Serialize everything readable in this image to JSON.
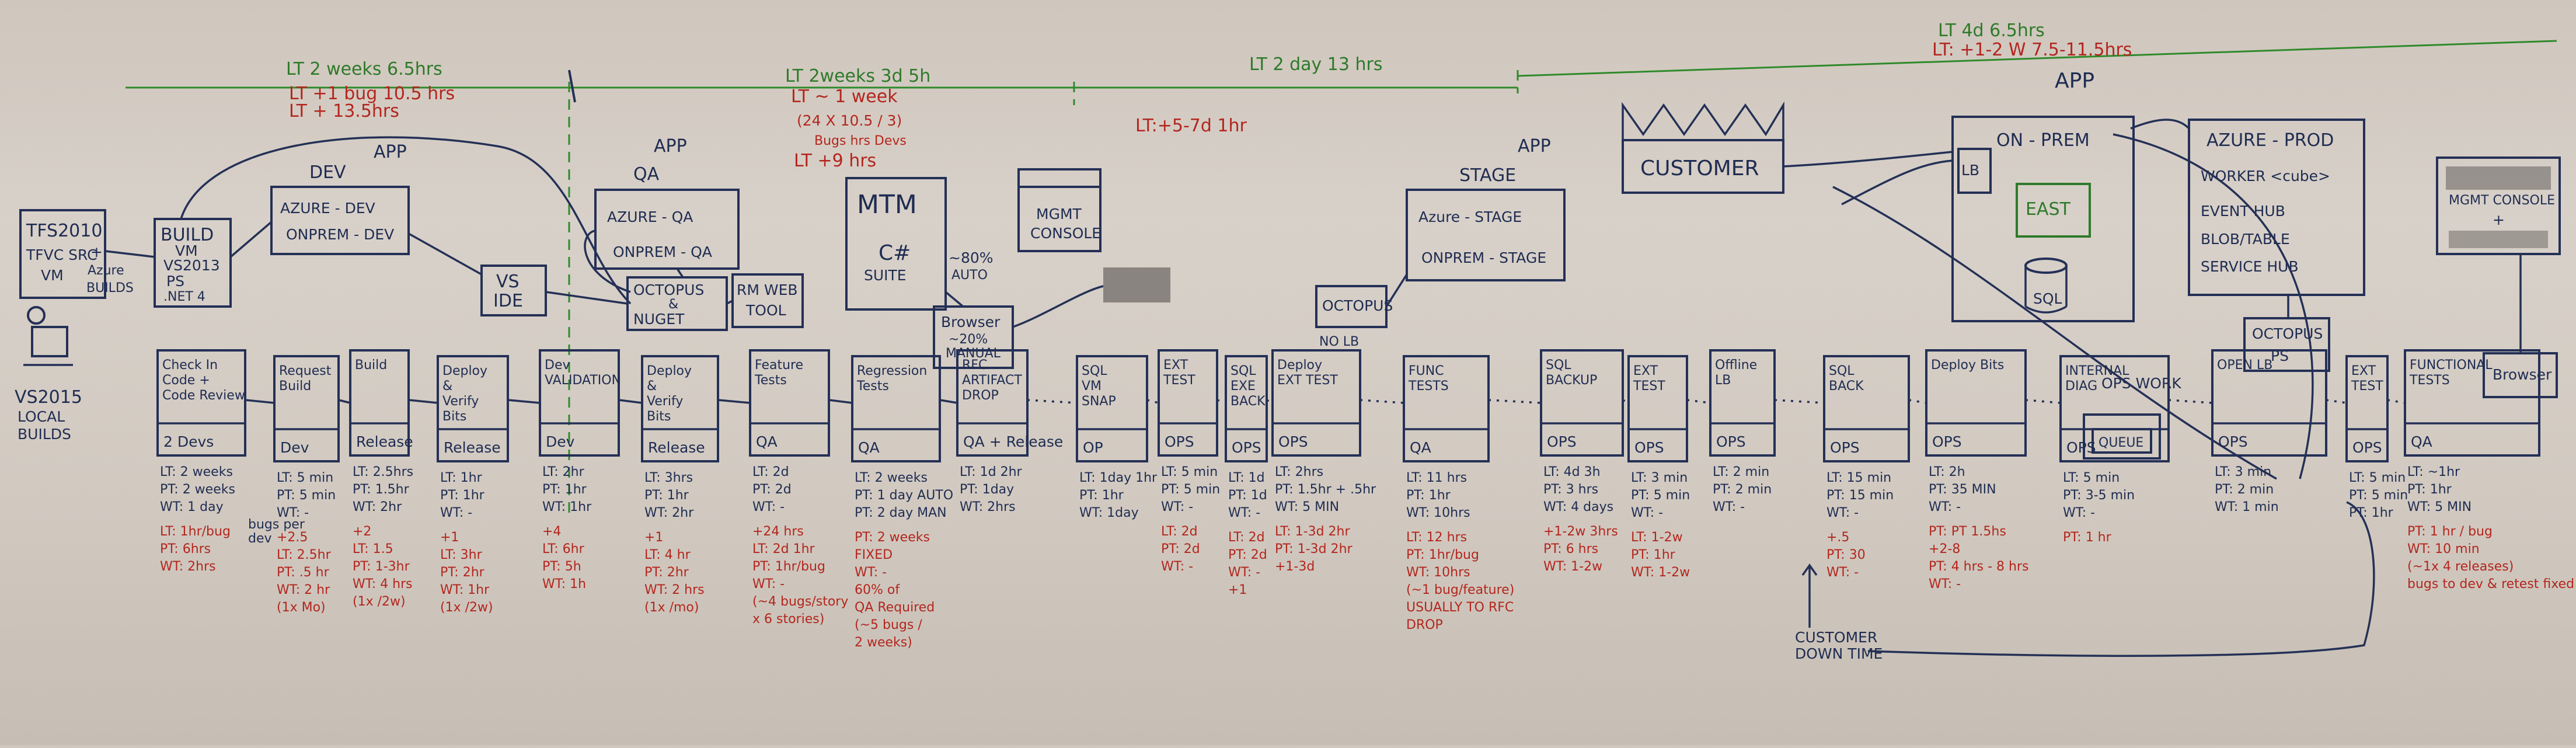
{
  "timeline": {
    "seg1": {
      "lt": "LT 2 weeks 6.5hrs",
      "sub1": "LT +1 bug 10.5 hrs",
      "sub2": "LT + 13.5hrs"
    },
    "seg2": {
      "lt": "LT 2weeks 3d 5h",
      "sub1": "LT ~ 1 week",
      "sub2": "(24 X 10.5 / 3)",
      "sub3": "Bugs hrs   Devs",
      "sub4": "LT +9 hrs"
    },
    "seg3": {
      "lt": "LT 2 day 13 hrs",
      "sub1": "LT:+5-7d 1hr"
    },
    "seg4": {
      "lt": "LT 4d 6.5hrs",
      "sub1": "LT: +1-2 W 7.5-11.5hrs"
    }
  },
  "tfs": {
    "l1": "TFS2010",
    "l2": "TFVC SRC",
    "l3": "VM",
    "l4": "+",
    "l5": "Azure",
    "l6": "BUILDS"
  },
  "vs_local": {
    "l1": "VS2015",
    "l2": "LOCAL",
    "l3": "BUILDS"
  },
  "build_vm": {
    "l1": "BUILD",
    "l2": "VM",
    "l3": "VS2013",
    "l4": "PS",
    "l5": ".NET 4"
  },
  "app_dev": {
    "title": "APP",
    "sub": "DEV",
    "l1": "AZURE - DEV",
    "l2": "ONPREM - DEV"
  },
  "vs_ide": {
    "l1": "VS",
    "l2": "IDE"
  },
  "app_qa": {
    "title": "APP",
    "sub": "QA",
    "l1": "AZURE - QA",
    "l2": "ONPREM - QA"
  },
  "octopus_nuget": {
    "l1": "OCTOPUS",
    "l2": "&",
    "l3": "NUGET"
  },
  "rm_web": {
    "l1": "RM WEB",
    "l2": "TOOL"
  },
  "mtm": {
    "l1": "MTM",
    "l2": "C#",
    "l3": "SUITE",
    "l4": "~80%",
    "l5": "AUTO"
  },
  "mgmt1": {
    "l1": "MGMT",
    "l2": "CONSOLE"
  },
  "browser1": {
    "l1": "Browser",
    "l2": "~20%",
    "l3": "MANUAL"
  },
  "app_stage": {
    "title": "APP",
    "sub": "STAGE",
    "l1": "Azure - STAGE",
    "l2": "ONPREM - STAGE"
  },
  "octopus2": {
    "l1": "OCTOPUS"
  },
  "customer": {
    "l1": "CUSTOMER"
  },
  "app_prod": {
    "title": "APP",
    "l1": "ON - PREM",
    "l2": "LB",
    "l3": "EAST",
    "l4": "SQL"
  },
  "azure_prod": {
    "l1": "AZURE - PROD",
    "l2": "WORKER <cube>",
    "l3": "EVENT HUB",
    "l4": "BLOB/TABLE",
    "l5": "SERVICE HUB"
  },
  "octopus_ps": {
    "l1": "OCTOPUS",
    "l2": "PS"
  },
  "mgmt2": {
    "l1": "MGMT CONSOLE",
    "l2": "+"
  },
  "browser2": {
    "l1": "Browser"
  },
  "ops_work": {
    "l1": "OPS WORK",
    "l2": "QUEUE"
  },
  "customer_downtime": {
    "l1": "CUSTOMER",
    "l2": "DOWN TIME"
  },
  "steps": [
    {
      "title": [
        "Check In",
        "Code +",
        "Code Review"
      ],
      "role": "2 Devs",
      "notes": [
        "LT: 2 weeks",
        "PT: 2 weeks",
        "WT: 1 day",
        "LT: 1hr/bug",
        "PT: 6hrs",
        "WT: 2hrs"
      ],
      "extra": [
        "bugs per",
        "dev"
      ]
    },
    {
      "title": [
        "Request",
        "Build"
      ],
      "role": "Dev",
      "notes": [
        "LT: 5 min",
        "PT: 5 min",
        "WT: -",
        "+2.5",
        "LT: 2.5hr",
        "PT: .5 hr",
        "WT: 2 hr",
        "(1x Mo)"
      ]
    },
    {
      "title": [
        "Build"
      ],
      "role": "Release",
      "notes": [
        "LT: 2.5hrs",
        "PT: 1.5hr",
        "WT: 2hr",
        "+2",
        "LT: 1.5",
        "PT: 1-3hr",
        "WT: 4 hrs",
        "(1x /2w)"
      ]
    },
    {
      "title": [
        "Deploy",
        "&",
        "Verify",
        "Bits"
      ],
      "role": "Release",
      "notes": [
        "LT: 1hr",
        "PT: 1hr",
        "WT: -",
        "+1",
        "LT: 3hr",
        "PT: 2hr",
        "WT: 1hr",
        "(1x /2w)"
      ]
    },
    {
      "title": [
        "Dev",
        "VALIDATION"
      ],
      "role": "Dev",
      "notes": [
        "LT: 2hr",
        "PT: 1hr",
        "WT: 1hr",
        "+4",
        "LT: 6hr",
        "PT: 5h",
        "WT: 1h"
      ]
    },
    {
      "title": [
        "Deploy",
        "&",
        "Verify",
        "Bits"
      ],
      "role": "Release",
      "notes": [
        "LT: 3hrs",
        "PT: 1hr",
        "WT: 2hr",
        "+1",
        "LT: 4 hr",
        "PT: 2hr",
        "WT: 2 hrs",
        "(1x /mo)"
      ]
    },
    {
      "title": [
        "Feature",
        "Tests"
      ],
      "role": "QA",
      "notes": [
        "LT: 2d",
        "PT: 2d",
        "WT: -",
        "+24 hrs",
        "LT: 2d 1hr",
        "PT: 1hr/bug",
        "WT: -",
        "(~4 bugs/story",
        "x 6 stories)"
      ]
    },
    {
      "title": [
        "Regression",
        "Tests"
      ],
      "role": "QA",
      "notes": [
        "LT: 2 weeks",
        "PT: 1 day AUTO",
        "PT: 2 day MAN",
        "PT: 2 weeks",
        "FIXED",
        "WT: -",
        "60% of",
        "QA Required",
        "(~5 bugs /",
        "2 weeks)"
      ]
    },
    {
      "title": [
        "RFC",
        "ARTIFACT",
        "DROP"
      ],
      "role": "QA + Release",
      "notes": [
        "LT: 1d 2hr",
        "PT: 1day",
        "WT: 2hrs"
      ]
    },
    {
      "title": [
        "SQL",
        "VM",
        "SNAP"
      ],
      "role": "OP",
      "notes": [
        "LT: 1day 1hr",
        "PT: 1hr",
        "WT: 1day"
      ]
    },
    {
      "title": [
        "EXT",
        "TEST"
      ],
      "role": "OPS",
      "notes": [
        "LT: 5 min",
        "PT: 5 min",
        "WT: -",
        "LT: 2d",
        "PT: 2d",
        "WT: -"
      ]
    },
    {
      "title": [
        "SQL",
        "EXE",
        "BACK"
      ],
      "role": "OPS",
      "notes": [
        "LT: 1d",
        "PT: 1d",
        "WT: -",
        "LT: 2d",
        "PT: 2d",
        "WT: -",
        "+1"
      ]
    },
    {
      "title": [
        "Deploy",
        "EXT TEST"
      ],
      "role": "OPS",
      "notes": [
        "LT: 2hrs",
        "PT: 1.5hr + .5hr",
        "WT: 5 MIN",
        "LT: 1-3d 2hr",
        "PT: 1-3d 2hr",
        "+1-3d"
      ],
      "tag": "NO LB"
    },
    {
      "title": [
        "FUNC",
        "TESTS"
      ],
      "role": "QA",
      "notes": [
        "LT: 11 hrs",
        "PT: 1hr",
        "WT: 10hrs",
        "LT: 12 hrs",
        "PT: 1hr/bug",
        "WT: 10hrs",
        "(~1 bug/feature)",
        "USUALLY TO RFC",
        "DROP"
      ]
    },
    {
      "title": [
        "SQL",
        "BACKUP"
      ],
      "role": "OPS",
      "notes": [
        "LT: 4d 3h",
        "PT: 3 hrs",
        "WT: 4 days",
        "+1-2w 3hrs",
        "PT: 6 hrs",
        "WT: 1-2w"
      ]
    },
    {
      "title": [
        "EXT",
        "TEST"
      ],
      "role": "OPS",
      "notes": [
        "LT: 3 min",
        "PT: 5 min",
        "WT: -",
        "LT: 1-2w",
        "PT: 1hr",
        "WT: 1-2w"
      ]
    },
    {
      "title": [
        "Offline",
        "LB"
      ],
      "role": "OPS",
      "notes": [
        "LT: 2 min",
        "PT: 2 min",
        "WT: -"
      ]
    },
    {
      "title": [
        "SQL",
        "BACK"
      ],
      "role": "OPS",
      "notes": [
        "LT: 15 min",
        "PT: 15 min",
        "WT: -",
        "+.5",
        "PT: 30",
        "WT: -"
      ]
    },
    {
      "title": [
        "Deploy Bits"
      ],
      "role": "OPS",
      "notes": [
        "LT: 2h",
        "PT: 35 MIN",
        "WT: -",
        "PT: PT 1.5hs",
        "+2-8",
        "PT: 4 hrs - 8 hrs",
        "WT: -"
      ]
    },
    {
      "title": [
        "INTERNAL",
        "DIAG"
      ],
      "role": "OPS",
      "notes": [
        "LT: 5 min",
        "PT: 3-5 min",
        "WT: -",
        "PT: 1 hr"
      ]
    },
    {
      "title": [
        "OPEN LB"
      ],
      "role": "OPS",
      "notes": [
        "LT: 3 min",
        "PT: 2 min",
        "WT: 1 min"
      ]
    },
    {
      "title": [
        "EXT",
        "TEST"
      ],
      "role": "OPS",
      "notes": [
        "LT: 5 min",
        "PT: 5 min",
        "PT: 1hr"
      ]
    },
    {
      "title": [
        "FUNCTIONAL",
        "TESTS"
      ],
      "role": "QA",
      "notes": [
        "LT: ~1hr",
        "PT: 1hr",
        "WT: 5 MIN",
        "PT: 1 hr / bug",
        "WT: 10 min",
        "(~1x 4 releases)",
        "bugs to dev & retest fixed"
      ]
    }
  ]
}
